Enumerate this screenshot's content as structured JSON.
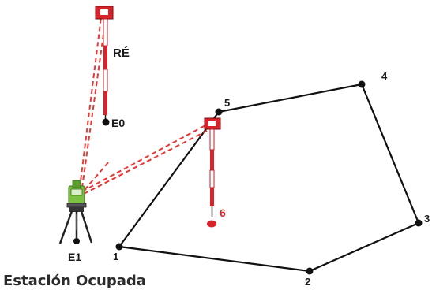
{
  "labels": {
    "backsight": "RÉ",
    "station_e0": "E0",
    "station_e1": "E1",
    "occupied_station": "Estación Ocupada",
    "point_1": "1",
    "point_2": "2",
    "point_3": "3",
    "point_4": "4",
    "point_5": "5",
    "point_6": "6"
  },
  "colors": {
    "line": "#111111",
    "sight_line": "#e53935",
    "rod_red": "#d9232a",
    "rod_white": "#ffffff",
    "instrument_green": "#7cc242",
    "label_red": "#d9232a"
  },
  "icons": {
    "instrument": "total-station-icon",
    "rod": "prism-rod-icon"
  }
}
